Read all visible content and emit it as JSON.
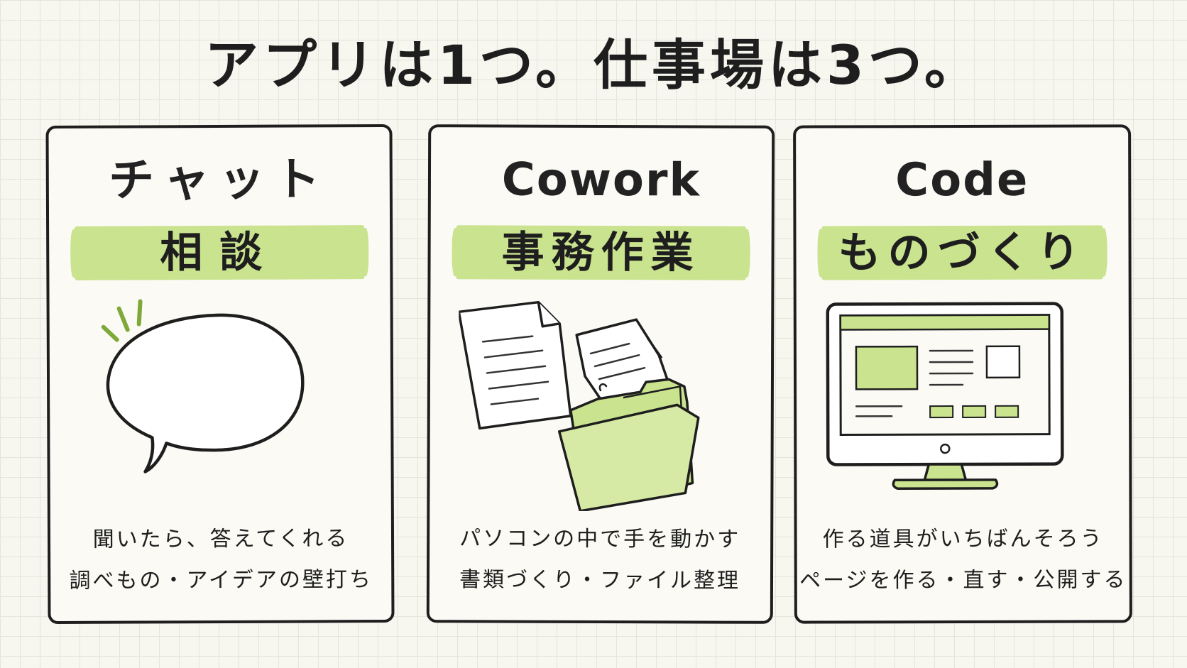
{
  "title": "アプリは1つ。仕事場は3つ。",
  "colors": {
    "accent": "#c9e38f",
    "ink": "#1e1e1e",
    "card_bg": "#fbfaf5"
  },
  "cards": [
    {
      "name": "チャット",
      "tag": "相談",
      "icon": "speech-bubble-icon",
      "lines": [
        "聞いたら、答えてくれる",
        "調べもの・アイデアの壁打ち"
      ]
    },
    {
      "name": "Cowork",
      "tag": "事務作業",
      "icon": "documents-folder-icon",
      "lines": [
        "パソコンの中で手を動かす",
        "書類づくり・ファイル整理"
      ]
    },
    {
      "name": "Code",
      "tag": "ものづくり",
      "icon": "monitor-icon",
      "lines": [
        "作る道具がいちばんそろう",
        "ページを作る・直す・公開する"
      ]
    }
  ]
}
